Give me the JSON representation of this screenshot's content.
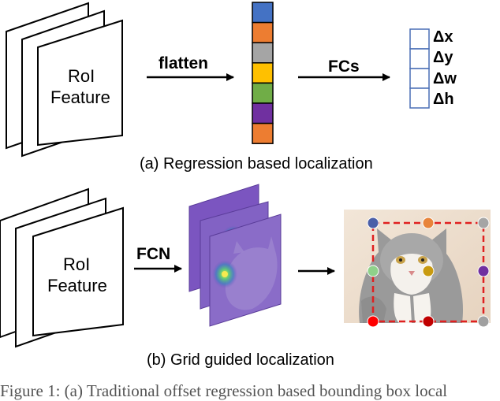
{
  "part_a": {
    "roi_line1": "RoI",
    "roi_line2": "Feature",
    "arrow1_label": "flatten",
    "arrow2_label": "FCs",
    "flattened_colors": [
      "#4472c4",
      "#ed7d31",
      "#a5a5a5",
      "#ffc000",
      "#70ad47",
      "#7030a0",
      "#ed7d31"
    ],
    "outputs": [
      "Δx",
      "Δy",
      "Δw",
      "Δh"
    ],
    "caption": "(a) Regression based localization"
  },
  "part_b": {
    "roi_line1": "RoI",
    "roi_line2": "Feature",
    "arrow_label": "FCN",
    "heatmap_color": "#7b55c0",
    "grid_colors": {
      "top": [
        "#4b5fa8",
        "#e8843a",
        "#a5a5a5"
      ],
      "middle": [
        "#8fd18a",
        "#c89a10",
        "#7030a0"
      ],
      "bottom": [
        "#ff0000",
        "#c00000",
        "#a0a0a0"
      ]
    },
    "bbox_color": "#e02020",
    "caption": "(b) Grid guided localization"
  },
  "footer_text": "Figure 1: (a) Traditional offset regression based bounding box local"
}
